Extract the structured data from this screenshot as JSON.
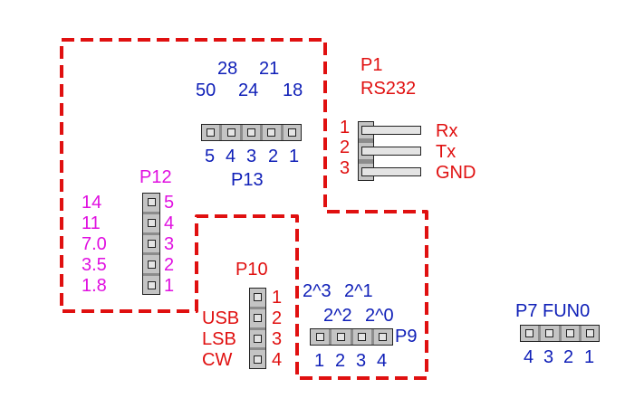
{
  "diagram": {
    "colors": {
      "outline": "#e01010",
      "blue_text": "#1020b8",
      "red_text": "#e01010",
      "magenta_text": "#e010e0"
    },
    "p13": {
      "name": "P13",
      "values_top": [
        "28",
        "21"
      ],
      "values_bottom": [
        "50",
        "24",
        "18"
      ],
      "pin_numbers": [
        "5",
        "4",
        "3",
        "2",
        "1"
      ]
    },
    "p1": {
      "name": "P1",
      "subtitle": "RS232",
      "pin_numbers": [
        "1",
        "2",
        "3"
      ],
      "signals": [
        "Rx",
        "Tx",
        "GND"
      ]
    },
    "p12": {
      "name": "P12",
      "values": [
        "14",
        "11",
        "7.0",
        "3.5",
        "1.8"
      ],
      "pin_numbers": [
        "5",
        "4",
        "3",
        "2",
        "1"
      ]
    },
    "p10": {
      "name": "P10",
      "pin_numbers": [
        "1",
        "2",
        "3",
        "4"
      ],
      "signals": [
        "USB",
        "LSB",
        "CW"
      ]
    },
    "p9": {
      "name": "P9",
      "weights_top": [
        "2^3",
        "2^1"
      ],
      "weights_bottom": [
        "2^2",
        "2^0"
      ],
      "pin_numbers": [
        "1",
        "2",
        "3",
        "4"
      ]
    },
    "p7": {
      "name": "P7 FUN0",
      "pin_numbers": [
        "4",
        "3",
        "2",
        "1"
      ]
    }
  }
}
